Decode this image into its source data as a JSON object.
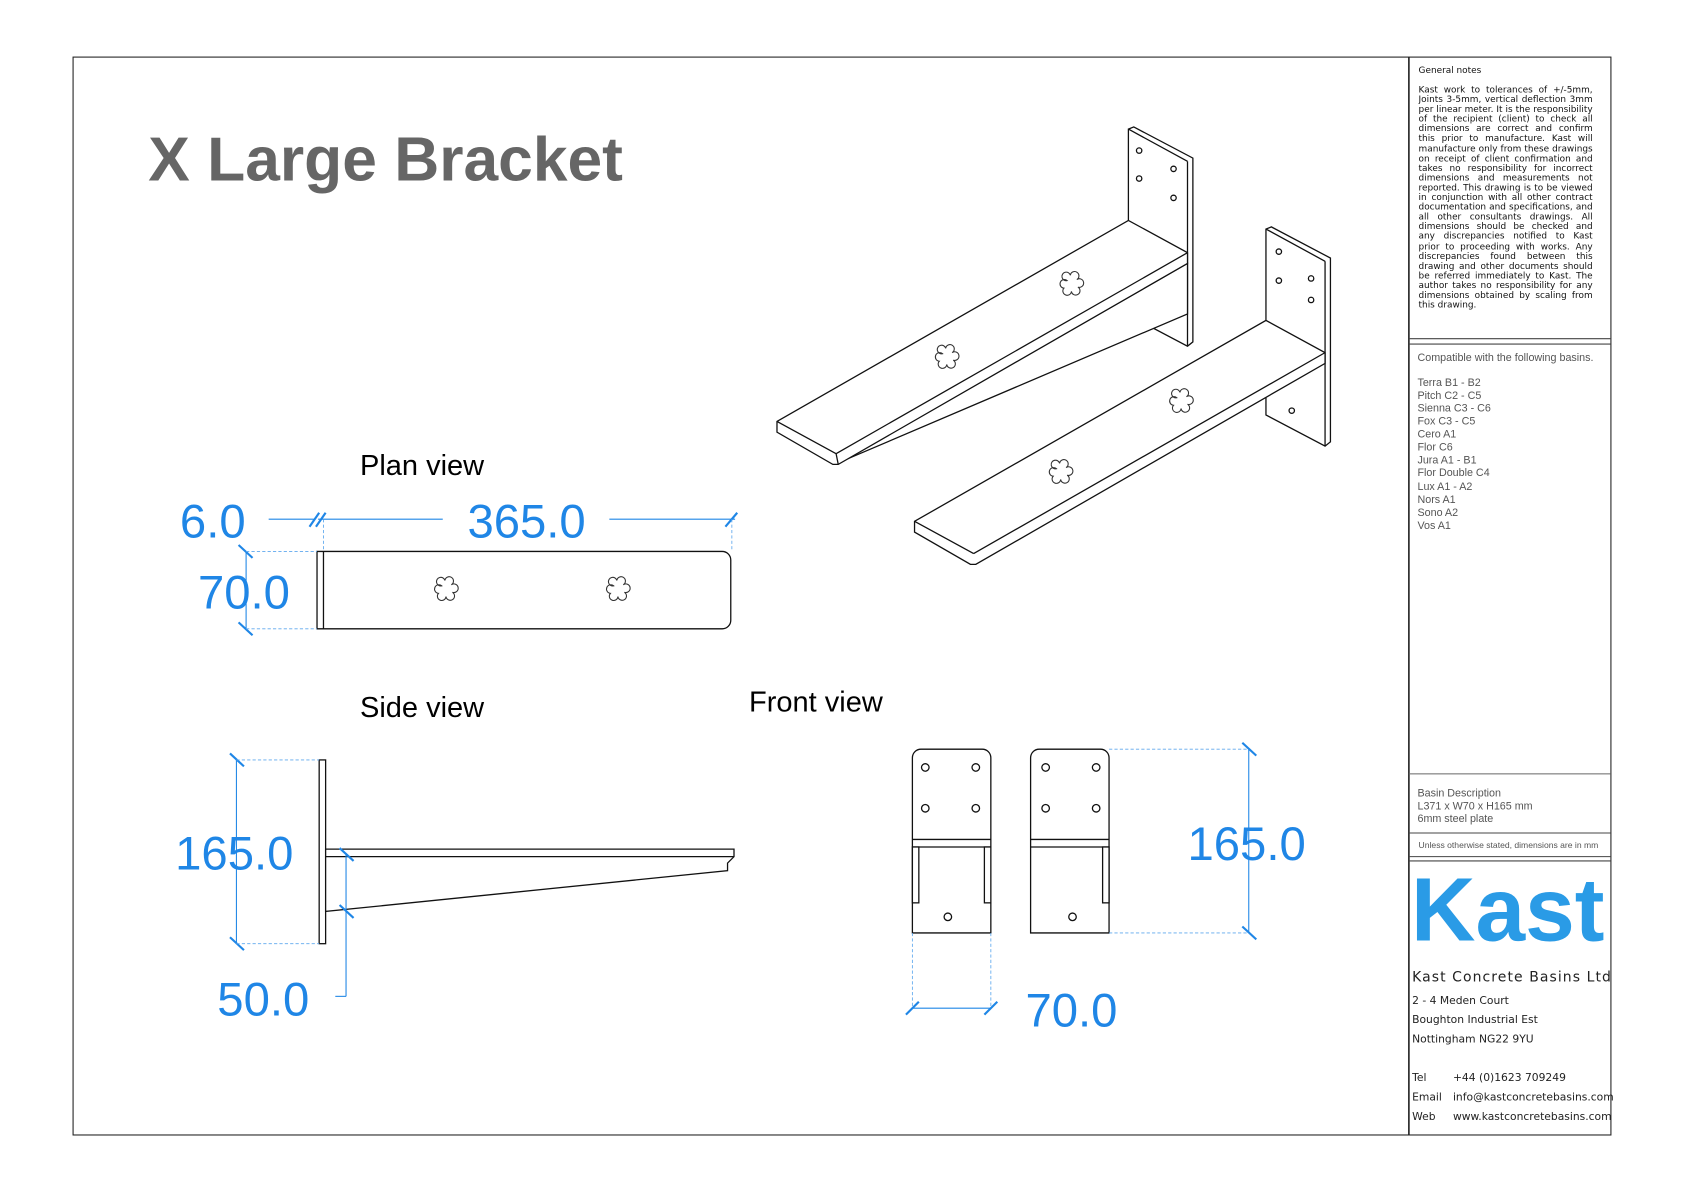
{
  "title": "X Large Bracket",
  "views": {
    "plan": {
      "label": "Plan view",
      "dims": {
        "thickness": "6.0",
        "length": "365.0",
        "width": "70.0"
      }
    },
    "side": {
      "label": "Side view",
      "dims": {
        "height": "165.0",
        "depth": "50.0"
      }
    },
    "front": {
      "label": "Front view",
      "dims": {
        "height": "165.0",
        "width": "70.0"
      }
    }
  },
  "sidebar": {
    "notes_title": "General notes",
    "notes": "Kast work to tolerances of +/-5mm, Joints 3-5mm, vertical deflection 3mm per linear meter. It is the responsibility of the recipient (client) to check all dimensions are correct and confirm this prior to manufacture. Kast will manufacture only from these drawings on receipt of client confirmation and takes no responsibility for incorrect dimensions and measurements not reported. This drawing is to be viewed in conjunction with all other contract documentation and specifications, and all other consultants drawings. All dimensions should be checked and any discrepancies notified to Kast prior to proceeding with works. Any discrepancies found between this drawing and other documents should be referred immediately to Kast. The author takes no responsibility for any dimensions obtained by scaling from this drawing.",
    "compatible_title": "Compatible with the following basins.",
    "compatible": [
      "Terra B1 - B2",
      "Pitch C2 - C5",
      "Sienna C3 - C6",
      "Fox C3 - C5",
      "Cero A1",
      "Flor C6",
      "Jura A1 - B1",
      "Flor Double C4",
      "Lux A1 - A2",
      "Nors A1",
      "Sono A2",
      "Vos A1"
    ],
    "description_title": "Basin Description",
    "description_lines": [
      "L371 x W70 x H165 mm",
      "6mm steel plate"
    ],
    "units_note": "Unless otherwise stated, dimensions are in mm",
    "logo": "Kast",
    "brand_color": "#2a9be6",
    "company": "Kast Concrete Basins Ltd",
    "address": [
      "2 - 4 Meden Court",
      "Boughton Industrial Est",
      "Nottingham NG22 9YU"
    ],
    "contact": [
      {
        "label": "Tel",
        "value": "+44 (0)1623 709249"
      },
      {
        "label": "Email",
        "value": "info@kastconcretebasins.com"
      },
      {
        "label": "Web",
        "value": "www.kastconcretebasins.com"
      }
    ]
  }
}
